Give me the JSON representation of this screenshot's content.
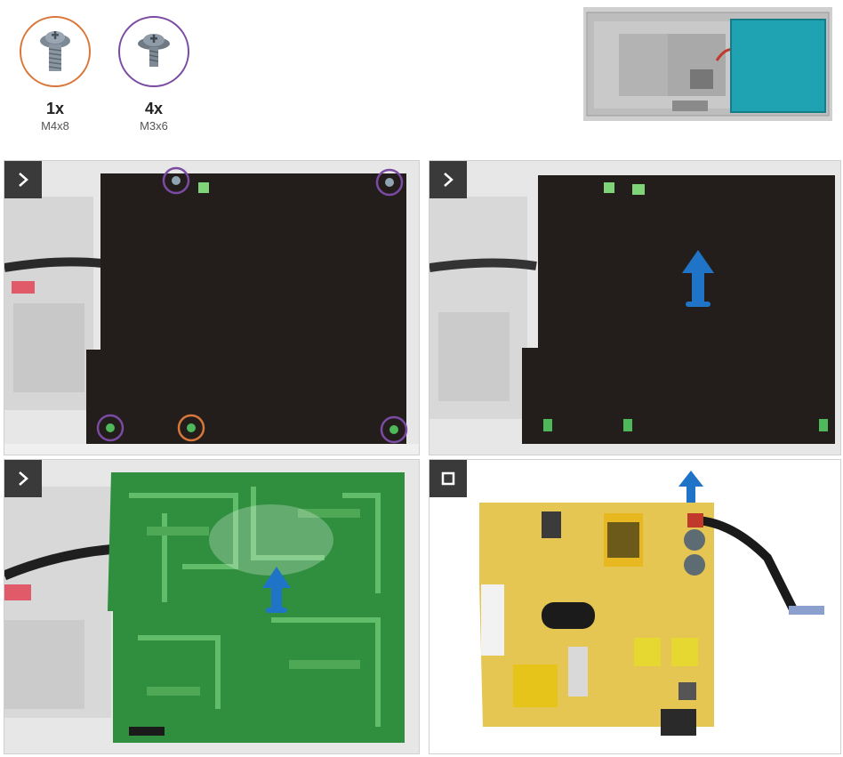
{
  "screws": [
    {
      "qty": "1x",
      "size": "M4x8",
      "ring_color": "#d9773a",
      "icon": "m4x8-screw-icon"
    },
    {
      "qty": "4x",
      "size": "M3x6",
      "ring_color": "#7b4aa3",
      "icon": "m3x6-screw-icon"
    }
  ],
  "step_icons": [
    "next-step-icon",
    "next-step-icon",
    "next-step-icon",
    "final-step-icon"
  ],
  "colors": {
    "step_button": "#3a3a3a",
    "arrow": "#1f74c8",
    "shield": "#231e1c",
    "pcb_green": "#2f8f3e",
    "pcb_yellow": "#e5c653",
    "highlight_orange": "#d9773a",
    "highlight_purple": "#7b4aa3"
  }
}
